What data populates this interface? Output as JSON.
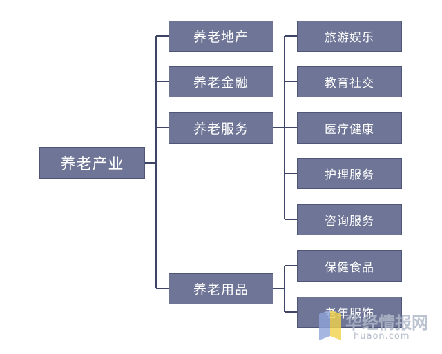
{
  "root": {
    "label": "养老产业"
  },
  "branches": [
    {
      "label": "养老地产"
    },
    {
      "label": "养老金融"
    },
    {
      "label": "养老服务",
      "children": [
        {
          "label": "旅游娱乐"
        },
        {
          "label": "教育社交"
        },
        {
          "label": "医疗健康"
        },
        {
          "label": "护理服务"
        },
        {
          "label": "咨询服务"
        }
      ]
    },
    {
      "label": "养老用品",
      "children": [
        {
          "label": "保健食品"
        },
        {
          "label": "老年服饰"
        }
      ]
    }
  ],
  "colors": {
    "node_fill": "#6e7596",
    "line": "#3f4566"
  },
  "watermark": {
    "brand": "华经情报网",
    "url": "huaon.com"
  }
}
